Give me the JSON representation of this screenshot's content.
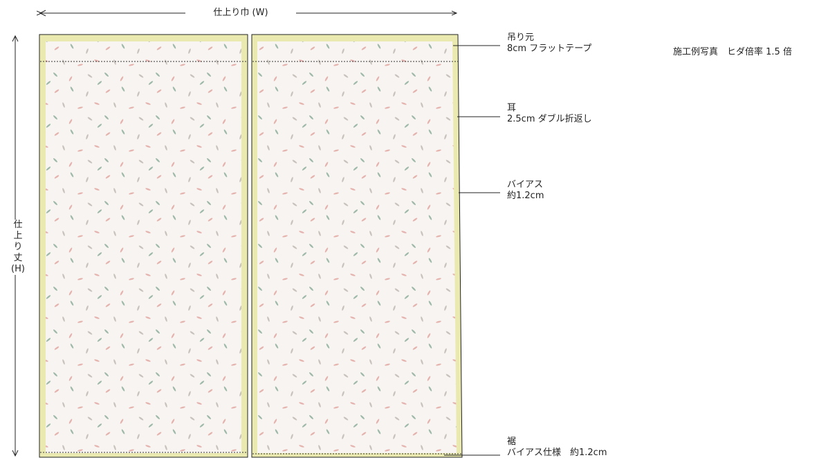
{
  "dimensions": {
    "width_label": "仕上り巾 (W)",
    "height_label_chars": [
      "仕",
      "上",
      "り",
      "丈",
      "(H)"
    ]
  },
  "callouts": {
    "top_header": {
      "title": "吊り元",
      "detail": "8cm フラットテープ"
    },
    "side_hem": {
      "title": "耳",
      "detail": "2.5cm ダブル折返し"
    },
    "bias_edge": {
      "title": "バイアス",
      "detail": "約1.2cm"
    },
    "bottom_hem": {
      "title": "裾",
      "detail": "バイアス仕様　約1.2cm"
    }
  },
  "photo_note": "施工例写真　ヒダ倍率 1.5 倍",
  "colors": {
    "fabric": "#f7f4f1",
    "hem_border": "#eaeab0",
    "outline": "#222222",
    "leaf_pink": "#e5b3ae",
    "leaf_green": "#9fb9a8",
    "leaf_grey": "#c9c2bc"
  }
}
